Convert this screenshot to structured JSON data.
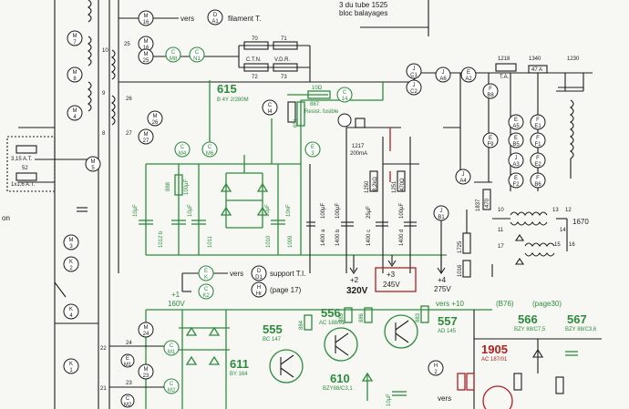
{
  "colors": {
    "ink": "#1b1b1b",
    "green": "#2c8c3c",
    "red": "#b02020",
    "paper": "#f7f7f3"
  },
  "top_note": [
    "3 du tube 1525",
    "bloc balayages"
  ],
  "filament": {
    "vers": "vers",
    "node": [
      "D",
      "A1"
    ],
    "label": "filament T.",
    "side": "M",
    "num": "16"
  },
  "left_nodes": [
    {
      "id": "m7",
      "l1": "M",
      "l2": "7"
    },
    {
      "id": "m8",
      "l1": "M",
      "l2": "8"
    },
    {
      "id": "m4",
      "l1": "M",
      "l2": "4"
    },
    {
      "id": "m5",
      "l1": "M",
      "l2": "5"
    },
    {
      "id": "m3",
      "l1": "M",
      "l2": "3"
    },
    {
      "id": "k2",
      "l1": "K",
      "l2": "2"
    },
    {
      "id": "k4",
      "l1": "K",
      "l2": "4"
    },
    {
      "id": "k1",
      "l1": "K",
      "l2": "1"
    }
  ],
  "fuses_left": [
    "3,15 A.T.",
    "52",
    "1x1,6 A.T."
  ],
  "left_text": "on",
  "connector": {
    "nums": [
      "10",
      "25",
      "9",
      "26",
      "8",
      "27"
    ],
    "nodes": [
      {
        "l1": "M",
        "l2": "16"
      },
      {
        "l1": "M",
        "l2": "25"
      },
      {
        "l1": "M",
        "l2": "26"
      },
      {
        "l1": "M",
        "l2": "27"
      }
    ]
  },
  "ctn": {
    "c": [
      "C",
      "M8"
    ],
    "n": [
      "C",
      "N1"
    ],
    "r70": "70",
    "r71": "71",
    "ctn": "C.T.N.",
    "vdr": "V.D.R.",
    "r72": "72",
    "r73": "73"
  },
  "rectifier": {
    "id": "615",
    "type": "B 4Y 2/280M",
    "c888": "888",
    "c889": "100µF",
    "c1011": "1011",
    "c1012": "1012 b",
    "c1010": "1010",
    "c1009": "1009",
    "caps": [
      "10µF",
      "10µF",
      "10µF",
      "10nF"
    ]
  },
  "green_nodes": [
    {
      "l1": "C",
      "l2": "M4"
    },
    {
      "l1": "C",
      "l2": "M6"
    },
    {
      "l1": "C",
      "l2": "14"
    },
    {
      "l1": "E",
      "l2": "3"
    },
    {
      "l1": "C",
      "l2": "M1"
    },
    {
      "l1": "C",
      "l2": "M2"
    }
  ],
  "resist_fusible": {
    "r887": "887",
    "r10": "10Ω",
    "label": "Resist. fusible",
    "node": [
      "C",
      "I4"
    ],
    "r651": "651"
  },
  "r1217": {
    "id": "1217",
    "value": "200mA"
  },
  "filter_caps": [
    {
      "id": "1400 a",
      "value": "100µF"
    },
    {
      "id": "1400 b",
      "value": "100µF"
    },
    {
      "id": "1400 c",
      "value": "25µF"
    },
    {
      "id": "1400 d",
      "value": "100µF"
    }
  ],
  "resistors_mid": [
    {
      "id": "1250",
      "value": "8,2kΩ"
    },
    {
      "id": "1251",
      "value": "470Ω"
    }
  ],
  "rails": [
    {
      "id": "+2",
      "voltage": "320V"
    },
    {
      "id": "+3",
      "voltage": "245V"
    },
    {
      "id": "+4",
      "voltage": "275V"
    }
  ],
  "support": {
    "vers": "vers",
    "d1": [
      "D",
      "D1"
    ],
    "label": "support T.I.",
    "e": [
      "E",
      "K"
    ],
    "h": [
      "H",
      "Hr"
    ],
    "page": "(page 17)"
  },
  "plus1": {
    "label": "+1",
    "voltage": "160V",
    "c": [
      "C",
      "K2"
    ]
  },
  "plus10": {
    "label": "vers +10",
    "ref": "(B76)",
    "page": "(page30)"
  },
  "right_nodes": [
    {
      "l1": "J",
      "l2": "C1"
    },
    {
      "l1": "J",
      "l2": "C2"
    },
    {
      "l1": "J",
      "l2": "A6"
    },
    {
      "l1": "E",
      "l2": "A2"
    },
    {
      "l1": "F",
      "l2": "B8"
    },
    {
      "l1": "E",
      "l2": "F9"
    },
    {
      "l1": "J",
      "l2": "A4"
    },
    {
      "l1": "J",
      "l2": "B1"
    },
    {
      "l1": "E",
      "l2": "A5"
    },
    {
      "l1": "F",
      "l2": "E1"
    },
    {
      "l1": "E",
      "l2": "B5"
    },
    {
      "l1": "F",
      "l2": "F1"
    },
    {
      "l1": "J",
      "l2": "A3"
    },
    {
      "l1": "F",
      "l2": "E2"
    },
    {
      "l1": "E",
      "l2": "F2"
    },
    {
      "l1": "F",
      "l2": "B6"
    }
  ],
  "right_parts": {
    "r1218": "1218",
    "ta": "T.A.",
    "r1340": "1340",
    "r47": "47 A",
    "c1230": "1230",
    "r1837": "1837",
    "r1725": "1725",
    "r1016": "1016",
    "r470": "470",
    "t1670": "1670",
    "nums": [
      "10",
      "11",
      "13",
      "12",
      "14",
      "17",
      "15",
      "16"
    ]
  },
  "transistors": [
    {
      "id": "555",
      "type": "BC 147"
    },
    {
      "id": "556",
      "type": "AC 188/01"
    },
    {
      "id": "557",
      "type": "AD 145"
    }
  ],
  "zeners": [
    {
      "id": "610",
      "type": "BZY88/C3,1"
    },
    {
      "id": "566",
      "type": "BZY 88/C7,5"
    },
    {
      "id": "567",
      "type": "BZY 88/C3,6"
    }
  ],
  "bridge_low": {
    "id": "611",
    "type": "BY 164"
  },
  "t1905": {
    "id": "1905",
    "type": "AC 187/01"
  },
  "low_left_nums": [
    "22",
    "24",
    "21",
    "23"
  ],
  "low_nodes": [
    {
      "l1": "M",
      "l2": "24"
    },
    {
      "l1": "M",
      "l2": "23"
    },
    {
      "l1": "E",
      "l2": "M1"
    },
    {
      "l1": "C",
      "l2": "M2"
    },
    {
      "l1": "H",
      "l2": "2"
    }
  ],
  "low_parts": {
    "r884": "884",
    "r885": "885",
    "r886": "886",
    "r883": "883",
    "cap": "10µF",
    "vers": "vers"
  }
}
